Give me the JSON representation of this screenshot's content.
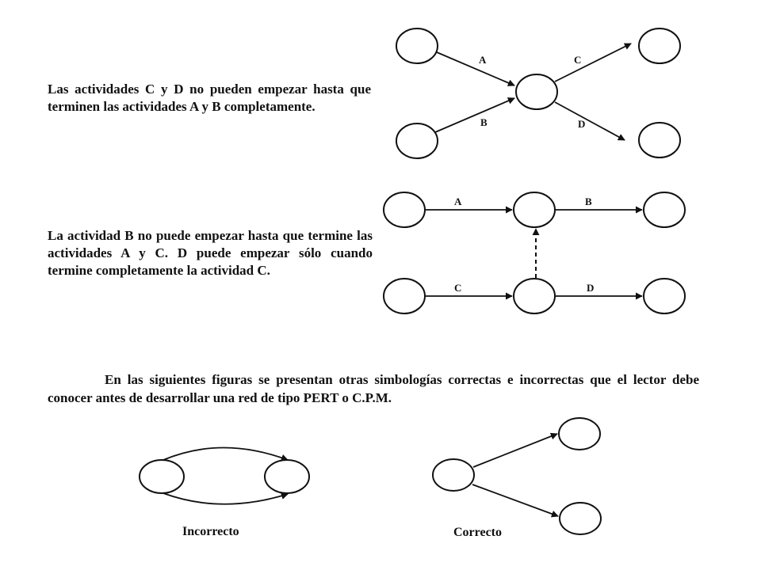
{
  "text": {
    "para1": "Las actividades C y D no pueden empezar hasta que terminen las actividades A y B completamente.",
    "para2": "La actividad B no puede empezar hasta que termine las actividades A y C. D puede empezar sólo cuando termine completamente la actividad C.",
    "para3": "En las siguientes figuras se presentan otras simbologías correctas e incorrectas que el lector debe conocer antes de desarrollar una red de tipo PERT o C.P.M.",
    "caption_incorrect": "Incorrecto",
    "caption_correct": "Correcto"
  },
  "diagram1": {
    "edges": [
      {
        "from": "top-left",
        "to": "center",
        "label": "A"
      },
      {
        "from": "bottom-left",
        "to": "center",
        "label": "B"
      },
      {
        "from": "center",
        "to": "top-right",
        "label": "C"
      },
      {
        "from": "center",
        "to": "bottom-right",
        "label": "D"
      }
    ]
  },
  "diagram2": {
    "edges": [
      {
        "from": "top-left",
        "to": "top-middle",
        "label": "A"
      },
      {
        "from": "top-middle",
        "to": "top-right",
        "label": "B"
      },
      {
        "from": "bottom-left",
        "to": "bottom-middle",
        "label": "C"
      },
      {
        "from": "bottom-middle",
        "to": "bottom-right",
        "label": "D"
      },
      {
        "from": "bottom-middle",
        "to": "top-middle",
        "label": "",
        "style": "dashed"
      }
    ]
  },
  "colors": {
    "ink": "#111111",
    "background": "#ffffff"
  }
}
